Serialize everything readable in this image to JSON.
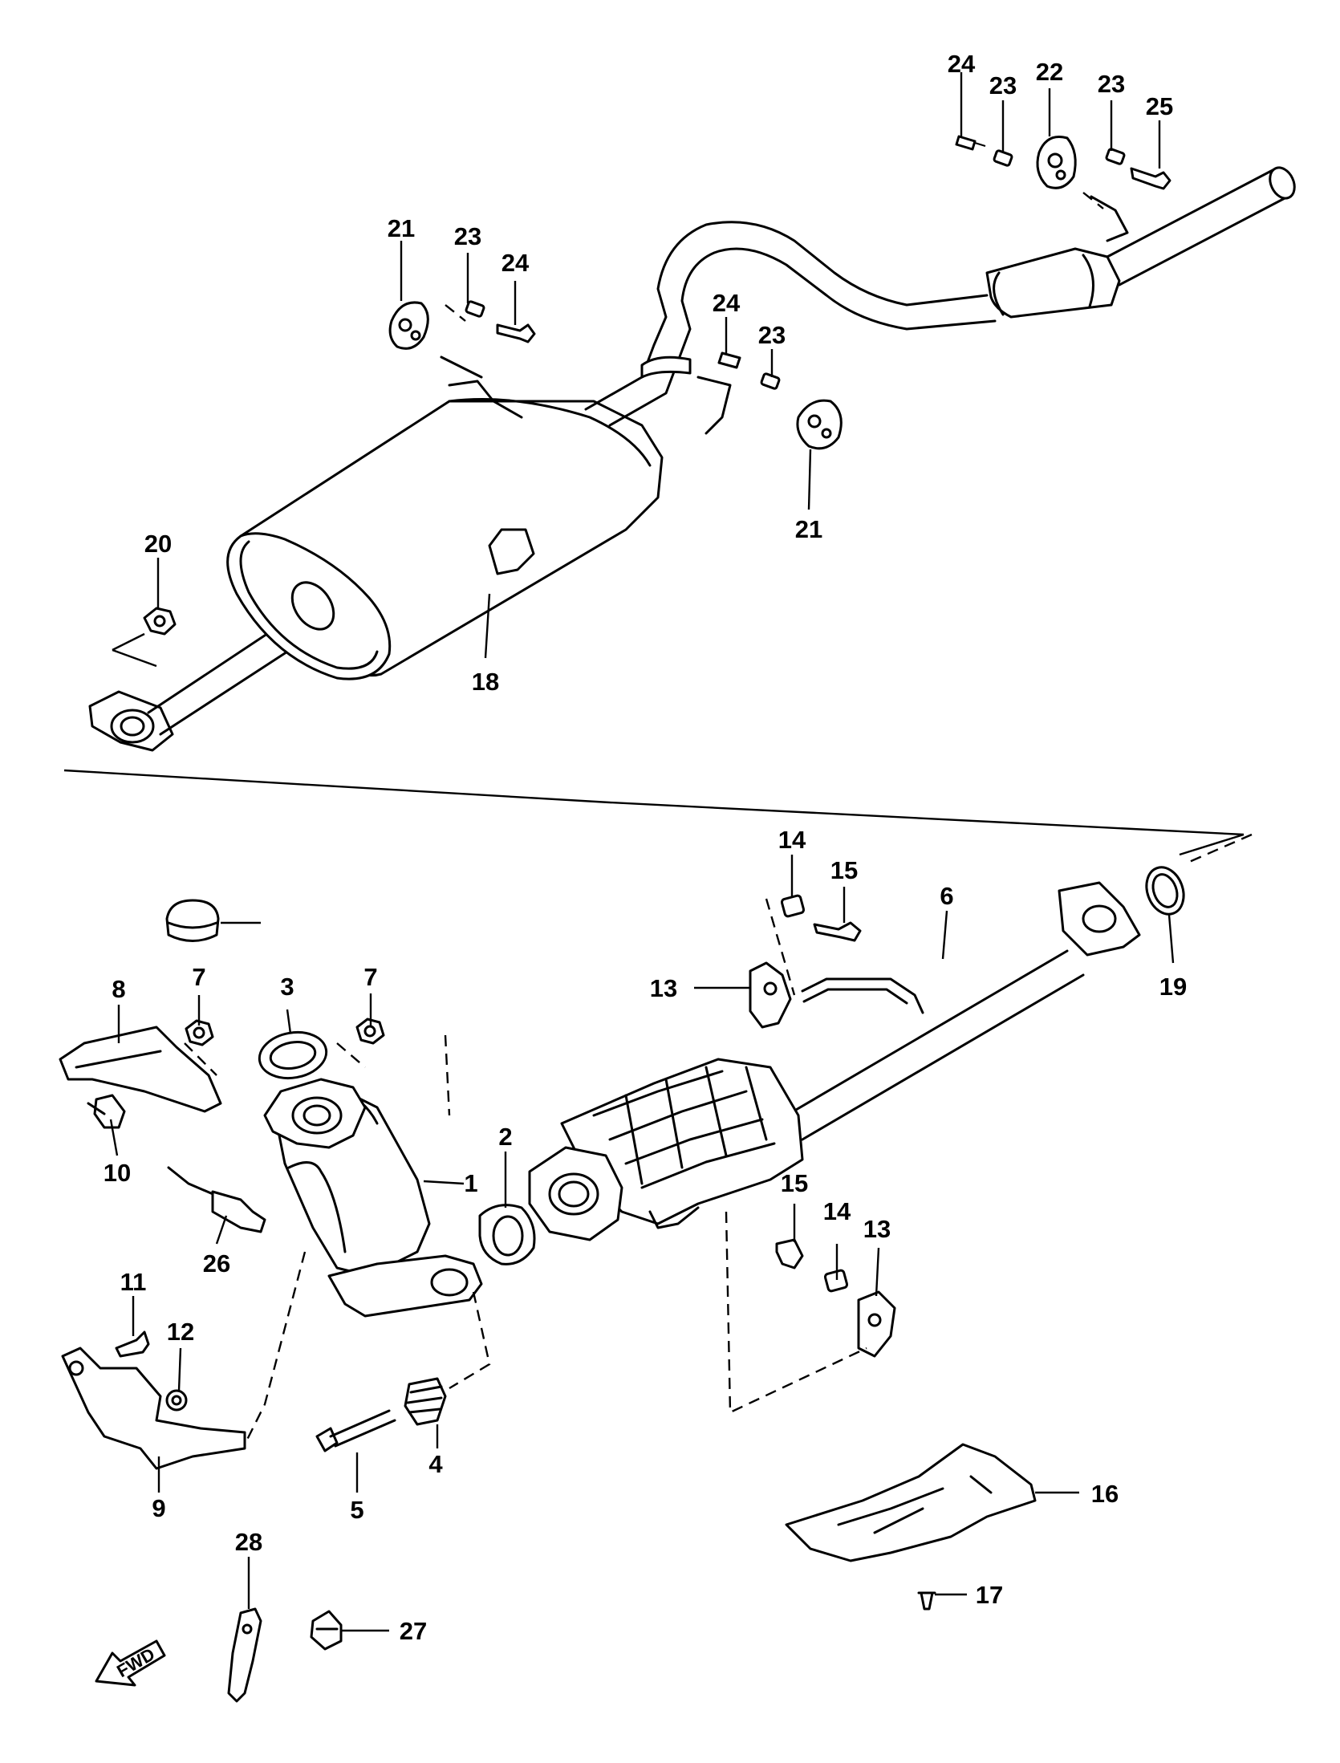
{
  "callouts": [
    {
      "id": "c1",
      "text": "1"
    },
    {
      "id": "c2",
      "text": "2"
    },
    {
      "id": "c3",
      "text": "3"
    },
    {
      "id": "c4",
      "text": "4"
    },
    {
      "id": "c5",
      "text": "5"
    },
    {
      "id": "c6",
      "text": "6"
    },
    {
      "id": "c7a",
      "text": "7"
    },
    {
      "id": "c7b",
      "text": "7"
    },
    {
      "id": "c8",
      "text": "8"
    },
    {
      "id": "c9",
      "text": "9"
    },
    {
      "id": "c10",
      "text": "10"
    },
    {
      "id": "c11",
      "text": "11"
    },
    {
      "id": "c12",
      "text": "12"
    },
    {
      "id": "c13a",
      "text": "13"
    },
    {
      "id": "c13b",
      "text": "13"
    },
    {
      "id": "c14a",
      "text": "14"
    },
    {
      "id": "c14b",
      "text": "14"
    },
    {
      "id": "c15a",
      "text": "15"
    },
    {
      "id": "c15b",
      "text": "15"
    },
    {
      "id": "c16",
      "text": "16"
    },
    {
      "id": "c17",
      "text": "17"
    },
    {
      "id": "c18",
      "text": "18"
    },
    {
      "id": "c19",
      "text": "19"
    },
    {
      "id": "c20",
      "text": "20"
    },
    {
      "id": "c21a",
      "text": "21"
    },
    {
      "id": "c21b",
      "text": "21"
    },
    {
      "id": "c22",
      "text": "22"
    },
    {
      "id": "c23a",
      "text": "23"
    },
    {
      "id": "c23b",
      "text": "23"
    },
    {
      "id": "c23c",
      "text": "23"
    },
    {
      "id": "c23d",
      "text": "23"
    },
    {
      "id": "c24a",
      "text": "24"
    },
    {
      "id": "c24b",
      "text": "24"
    },
    {
      "id": "c24c",
      "text": "24"
    },
    {
      "id": "c25",
      "text": "25"
    },
    {
      "id": "c26",
      "text": "26"
    },
    {
      "id": "c27",
      "text": "27"
    },
    {
      "id": "c28",
      "text": "28"
    }
  ],
  "direction_arrow": {
    "icon": "front-direction-arrow-icon",
    "label": "FWD"
  }
}
